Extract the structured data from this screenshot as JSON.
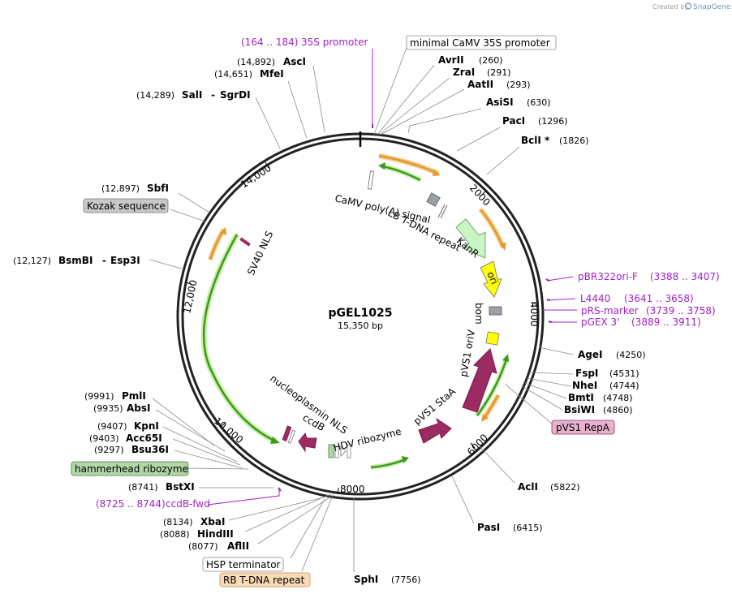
{
  "credit": {
    "prefix": "Created by",
    "brand": "SnapGene"
  },
  "plasmid": {
    "name": "pGEL1025",
    "size": "15,350 bp"
  },
  "colors": {
    "accent_orange": "#e49a28",
    "green_arrow": "#3d9a1e",
    "kanr": "#c9f5c5",
    "ori": "#ffff00",
    "pvs1": "#9b2b62",
    "primer": "#a020c8",
    "kozak": "#c8c8c8",
    "hammerhead": "#b2d8a8",
    "rb_tdna": "#f9d9b6",
    "pvs1_repa": "#e8b2cf"
  },
  "ticks": [
    {
      "label": "2000"
    },
    {
      "label": "4000"
    },
    {
      "label": "6000"
    },
    {
      "label": "8000"
    },
    {
      "label": "10,000"
    },
    {
      "label": "12,000"
    },
    {
      "label": "14,000"
    }
  ],
  "labels_top": [
    {
      "pos": "(164 .. 184)",
      "name": "35S promoter"
    },
    {
      "name": "minimal CaMV 35S promoter"
    }
  ],
  "enzymes": [
    {
      "name": "AvrII",
      "pos": "(260)"
    },
    {
      "name": "ZraI",
      "pos": "(291)"
    },
    {
      "name": "AatII",
      "pos": "(293)"
    },
    {
      "name": "AsiSI",
      "pos": "(630)"
    },
    {
      "name": "PacI",
      "pos": "(1296)"
    },
    {
      "name": "BclI *",
      "pos": "(1826)"
    },
    {
      "name": "AgeI",
      "pos": "(4250)"
    },
    {
      "name": "FspI",
      "pos": "(4531)"
    },
    {
      "name": "NheI",
      "pos": "(4744)"
    },
    {
      "name": "BmtI",
      "pos": "(4748)"
    },
    {
      "name": "BsiWI",
      "pos": "(4860)"
    },
    {
      "name": "AclI",
      "pos": "(5822)"
    },
    {
      "name": "PasI",
      "pos": "(6415)"
    },
    {
      "name": "SphI",
      "pos": "(7756)"
    },
    {
      "name": "AflII",
      "pos": "(8077)"
    },
    {
      "name": "HindIII",
      "pos": "(8088)"
    },
    {
      "name": "XbaI",
      "pos": "(8134)"
    },
    {
      "name": "BstXI",
      "pos": "(8741)"
    },
    {
      "name": "Bsu36I",
      "pos": "(9297)"
    },
    {
      "name": "Acc65I",
      "pos": "(9403)"
    },
    {
      "name": "KpnI",
      "pos": "(9407)"
    },
    {
      "name": "AbsI",
      "pos": "(9935)"
    },
    {
      "name": "PmlI",
      "pos": "(9991)"
    },
    {
      "name": "BsmBI",
      "pos": "(12,127)"
    },
    {
      "name": "Esp3I",
      "pos": ""
    },
    {
      "name": "SbfI",
      "pos": "(12,897)"
    },
    {
      "name": "SalI",
      "pos": "(14,289)"
    },
    {
      "name": "SgrDI",
      "pos": ""
    },
    {
      "name": "MfeI",
      "pos": "(14,651)"
    },
    {
      "name": "AscI",
      "pos": "(14,892)"
    }
  ],
  "primers": [
    {
      "name": "pBR322ori-F",
      "pos": "(3388 .. 3407)"
    },
    {
      "name": "L4440",
      "pos": "(3641 .. 3658)"
    },
    {
      "name": "pRS-marker",
      "pos": "(3739 .. 3758)"
    },
    {
      "name": "pGEX 3'",
      "pos": "(3889 .. 3911)"
    },
    {
      "name": "ccdB-fwd",
      "pos": "(8725 .. 8744)"
    }
  ],
  "boxed_features": [
    {
      "name": "Kozak sequence"
    },
    {
      "name": "hammerhead ribozyme"
    },
    {
      "name": "pVS1 RepA"
    },
    {
      "name": "HSP terminator"
    },
    {
      "name": "RB T-DNA repeat"
    }
  ],
  "inner_features": [
    {
      "name": "CaMV poly(A) signal"
    },
    {
      "name": "LB T-DNA repeat"
    },
    {
      "name": "KanR"
    },
    {
      "name": "ori"
    },
    {
      "name": "bom"
    },
    {
      "name": "pVS1 oriV"
    },
    {
      "name": "pVS1 StaA"
    },
    {
      "name": "HDV ribozyme"
    },
    {
      "name": "ccdB"
    },
    {
      "name": "nucleoplasmin NLS"
    },
    {
      "name": "SV40 NLS"
    }
  ]
}
